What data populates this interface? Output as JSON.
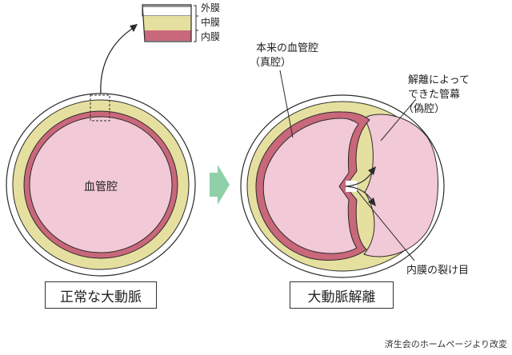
{
  "inset": {
    "layers": [
      "外膜",
      "中膜",
      "内膜"
    ]
  },
  "normal": {
    "lumen_label": "血管腔",
    "caption": "正常な大動脈"
  },
  "dissection": {
    "true_lumen_label_line1": "本来の血管腔",
    "true_lumen_label_line2": "（真腔）",
    "false_lumen_label_line1": "解離によって",
    "false_lumen_label_line2": "できた管幕",
    "false_lumen_label_line3": "（偽腔）",
    "tear_label": "内膜の裂け目",
    "caption": "大動脈解離"
  },
  "credit": "済生会のホームページより改変",
  "colors": {
    "adventitia": "#e6e0a0",
    "intima": "#c9677b",
    "lumen": "#f2c9d6",
    "outline": "#2b2b2b",
    "arrow_green": "#8fd0a8"
  }
}
